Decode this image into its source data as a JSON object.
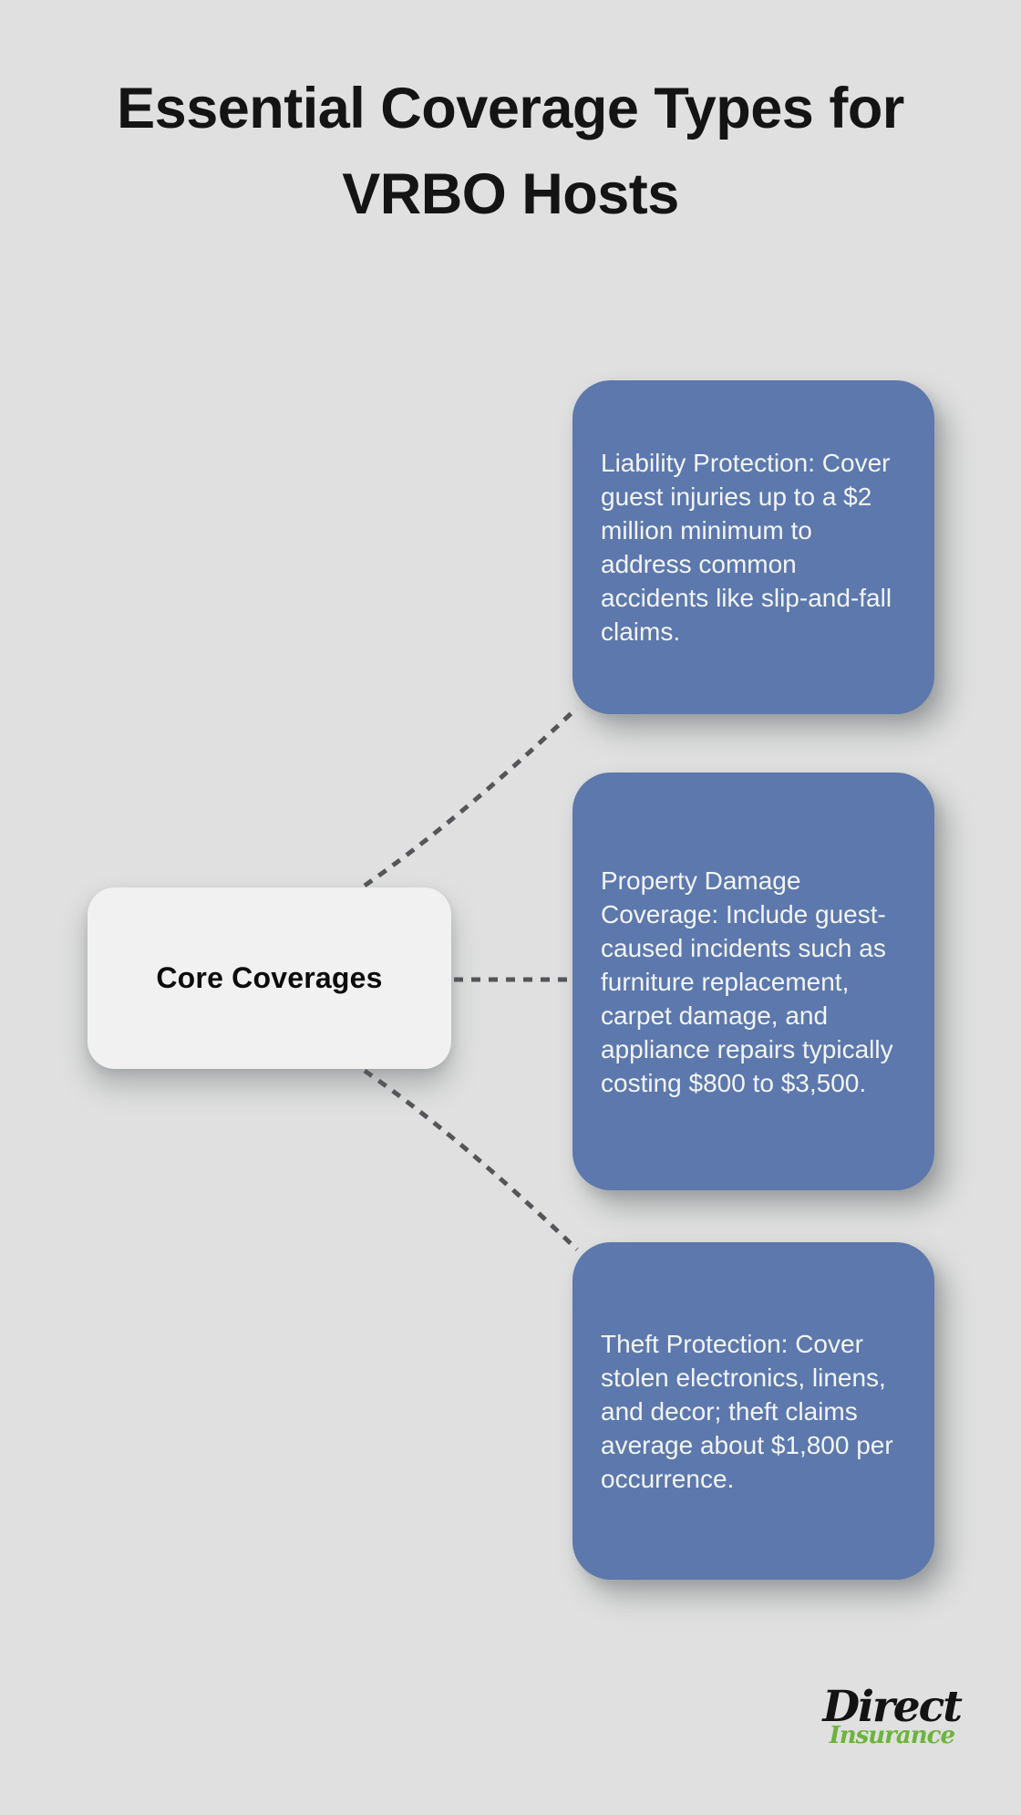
{
  "title": {
    "line1": "Essential Coverage Types for",
    "line2": "VRBO Hosts"
  },
  "root_node": {
    "label": "Core Coverages"
  },
  "cards": [
    {
      "id": "liability-protection",
      "text": "Liability Protection: Cover guest injuries up to a $2 million minimum to address common accidents like slip-and-fall claims."
    },
    {
      "id": "property-damage-coverage",
      "text": "Property Damage Coverage: Include guest-caused incidents such as furniture replacement, carpet damage, and appliance repairs typically costing $800 to $3,500."
    },
    {
      "id": "theft-protection",
      "text": "Theft Protection: Cover stolen electronics, linens, and decor; theft claims average about $1,800 per occurrence."
    }
  ],
  "logo": {
    "primary": "Direct",
    "secondary": "Insurance"
  },
  "colors": {
    "background": "#dfe0df",
    "card_blue": "#5c78ac",
    "card_text": "#f3f5f8",
    "node_fill": "#f0f1f0",
    "connector_gray": "#545659",
    "title_black": "#141414",
    "logo_black": "#131313",
    "logo_green": "#6db33c"
  }
}
